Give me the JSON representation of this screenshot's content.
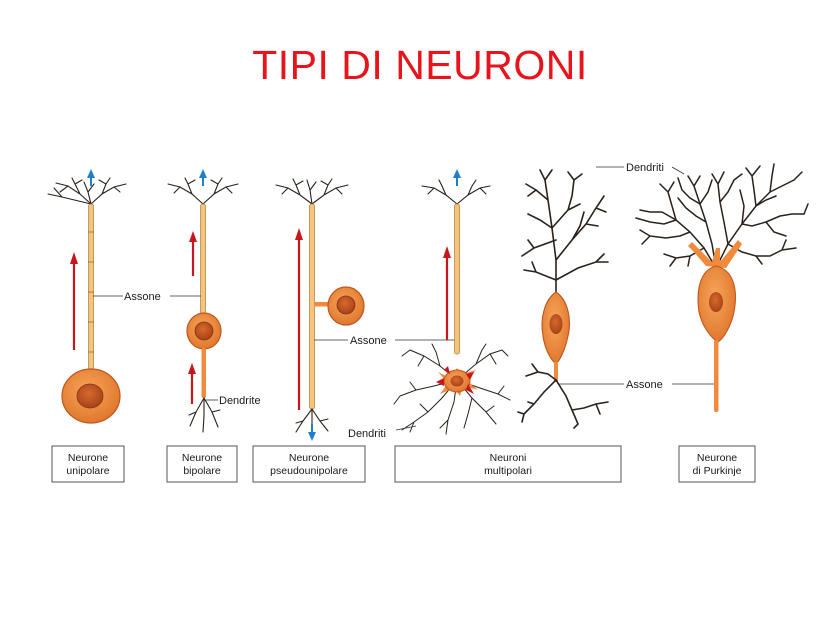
{
  "title": "TIPI DI NEURONI",
  "labels": {
    "axon_left": "Assone",
    "axon_middle": "Assone",
    "axon_right": "Assone",
    "dendrite_bipolar": "Dendrite",
    "dendrites_multipolar": "Dendriti",
    "dendrites_purkinje": "Dendriti"
  },
  "captions": [
    {
      "id": "unipolar",
      "line1": "Neurone",
      "line2": "unipolare"
    },
    {
      "id": "bipolar",
      "line1": "Neurone",
      "line2": "bipolare"
    },
    {
      "id": "pseudounipolar",
      "line1": "Neurone",
      "line2": "pseudounipolare"
    },
    {
      "id": "multipolar",
      "line1": "Neuroni",
      "line2": "multipolari"
    },
    {
      "id": "purkinje",
      "line1": "Neurone",
      "line2": "di Purkinje"
    }
  ],
  "colors": {
    "title": "#e8141c",
    "cell_body": "#f08a3c",
    "cell_body_edge": "#c0561a",
    "nucleus": "#c0501e",
    "axon": "#f4c47a",
    "dendrite": "#2a221c",
    "signal_arrow": "#c8161d",
    "flow_arrow": "#1e7fd0"
  }
}
